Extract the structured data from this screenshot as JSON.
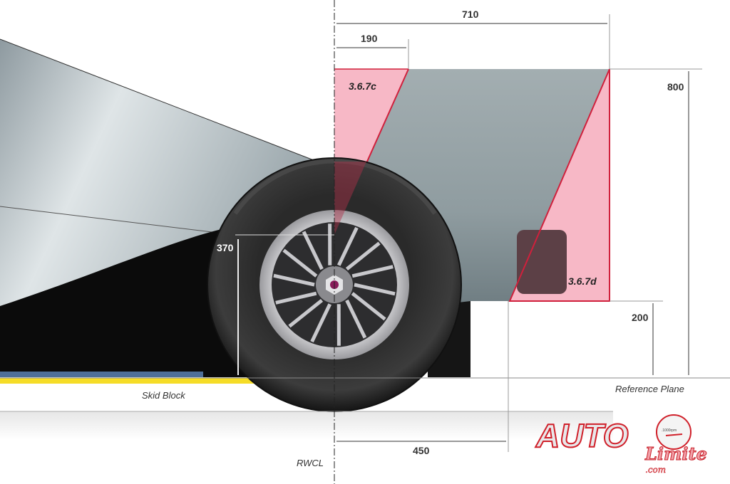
{
  "dimensions": {
    "total_length": "710",
    "front_offset": "190",
    "height": "800",
    "lower_height": "200",
    "wheel_height": "370",
    "rear_offset": "450"
  },
  "zones": {
    "upper": "3.6.7c",
    "lower": "3.6.7d"
  },
  "labels": {
    "skid_block": "Skid Block",
    "reference_plane": "Reference Plane",
    "centerline": "RWCL"
  },
  "logo": {
    "main": "AUTO",
    "script": "Limite",
    "suffix": ".com",
    "gauge": ".1000rpm"
  },
  "colors": {
    "zone_fill": "#f7b8c6",
    "zone_edge": "#d0203c",
    "panel": "#9aa6aa",
    "body": "#0b0b0b",
    "plank": "#4e6f98",
    "yellow": "#f5dc27"
  }
}
